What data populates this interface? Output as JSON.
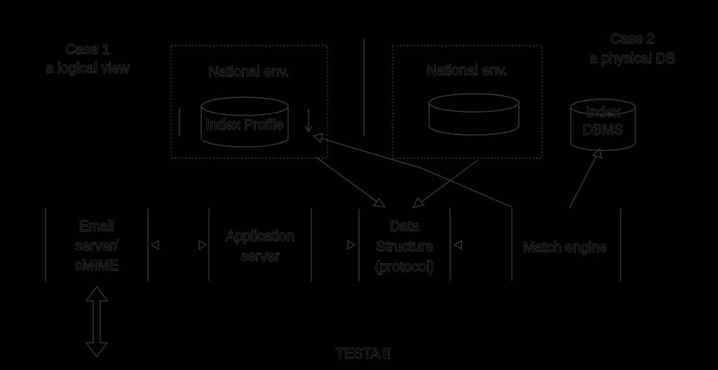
{
  "case1": {
    "line1": "Case 1",
    "line2": "a logical view"
  },
  "case2": {
    "line1": "Case 2",
    "line2": "a physical DB"
  },
  "national_env_left": {
    "label": "National env.",
    "db_label": "Index Profile"
  },
  "national_env_right": {
    "label": "National env."
  },
  "index_dbms": {
    "line1": "Index",
    "line2": "DBMS"
  },
  "email_server": {
    "line1": "Email",
    "line2": "server/",
    "line3": "sMIME"
  },
  "application_server": {
    "line1": "Application",
    "line2": "server"
  },
  "data_structure": {
    "line1": "Data",
    "line2": "Structure",
    "line3": "(protocol)"
  },
  "match_engine": {
    "label": "Match engine"
  },
  "network": {
    "label": "TESTA II"
  }
}
